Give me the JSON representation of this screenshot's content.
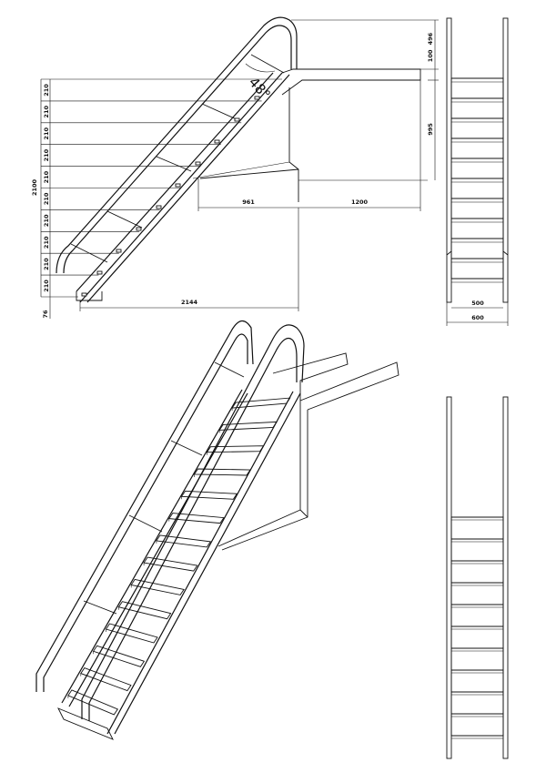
{
  "side_view": {
    "angle": "48°",
    "step_pitch": [
      "210",
      "210",
      "210",
      "210",
      "210",
      "210",
      "210",
      "210",
      "210",
      "210"
    ],
    "total_height": "2100",
    "bottom_offset": "76",
    "horizontal_run": "2144",
    "platform_offset": "961",
    "platform_length": "1200",
    "top_dims": [
      "100",
      "496"
    ],
    "platform_height": "995"
  },
  "front_view": {
    "inner_width": "500",
    "outer_width": "600"
  }
}
